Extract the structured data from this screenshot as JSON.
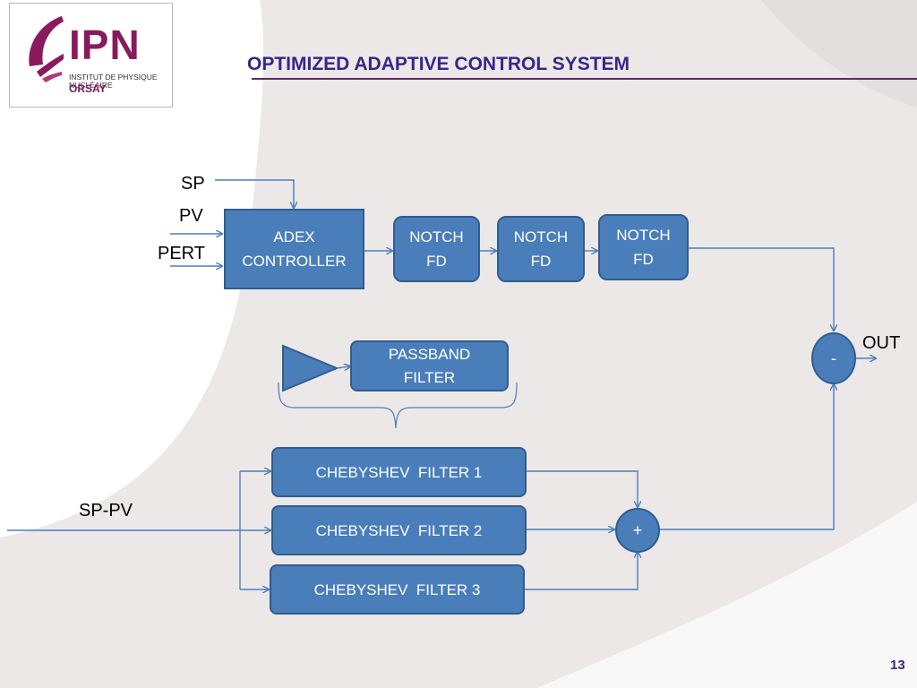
{
  "slide": {
    "title": "OPTIMIZED ADAPTIVE CONTROL SYSTEM",
    "page_number": "13"
  },
  "logo": {
    "brand": "IPN",
    "subtitle": "INSTITUT DE PHYSIQUE NUCLÉAIRE",
    "location": "ORSAY"
  },
  "inputs": {
    "sp": "SP",
    "pv": "PV",
    "pert": "PERT",
    "sp_pv": "SP-PV"
  },
  "blocks": {
    "adex_controller": [
      "ADEX",
      "CONTROLLER"
    ],
    "notch_1": [
      "NOTCH",
      "FD"
    ],
    "notch_2": [
      "NOTCH",
      "FD"
    ],
    "notch_3": [
      "NOTCH",
      "FD"
    ],
    "passband_filter": [
      "PASSBAND",
      "FILTER"
    ],
    "chebyshev_1": "CHEBYSHEV  FILTER 1",
    "chebyshev_2": "CHEBYSHEV  FILTER 2",
    "chebyshev_3": "CHEBYSHEV  FILTER 3"
  },
  "junctions": {
    "subtract": "-",
    "sum": "+"
  },
  "output": "OUT",
  "colors": {
    "block_fill": "#4a7ebb",
    "block_border": "#2f5d8e",
    "connector": "#4a7ebb",
    "title": "#34278a",
    "brand": "#8a1a5e"
  }
}
